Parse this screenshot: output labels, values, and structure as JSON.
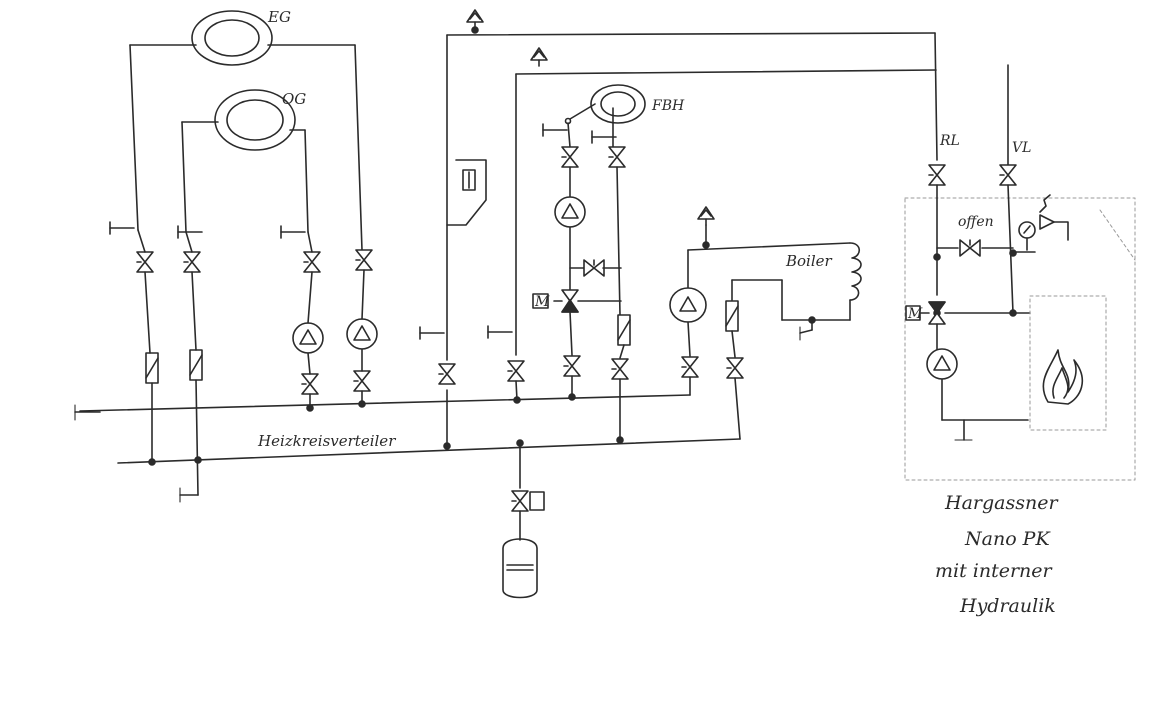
{
  "labels": {
    "eg": "EG",
    "og": "OG",
    "fbh": "FBH",
    "rl": "RL",
    "vl": "VL",
    "offen": "offen",
    "boiler": "Boiler",
    "m1": "M",
    "m2": "M",
    "heizkreisverteiler": "Heizkreisverteiler"
  },
  "note": {
    "line1": "Hargassner",
    "line2": "Nano PK",
    "line3": "mit interner",
    "line4": "Hydraulik"
  },
  "colors": {
    "ink": "#2b2b2b",
    "paper": "#ffffff"
  }
}
